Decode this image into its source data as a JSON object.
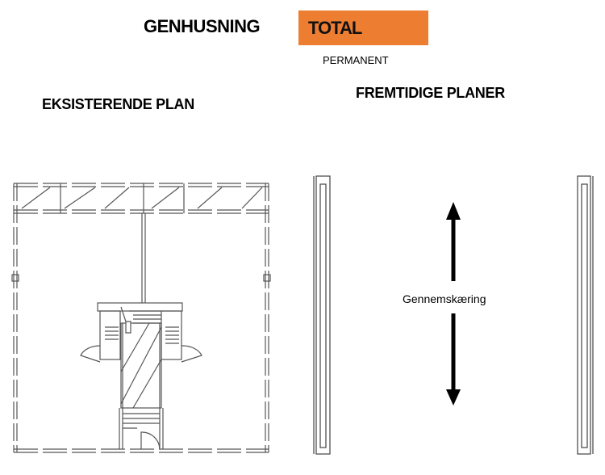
{
  "header": {
    "title": "GENHUSNING",
    "active_tab": "TOTAL",
    "subtitle": "PERMANENT"
  },
  "sections": {
    "existing_plan": "EKSISTERENDE PLAN",
    "future_plans": "FREMTIDIGE PLANER"
  },
  "diagram": {
    "section_arrow_label": "Gennemskæring"
  },
  "colors": {
    "accent": "#ec7d31",
    "line": "#333333"
  }
}
